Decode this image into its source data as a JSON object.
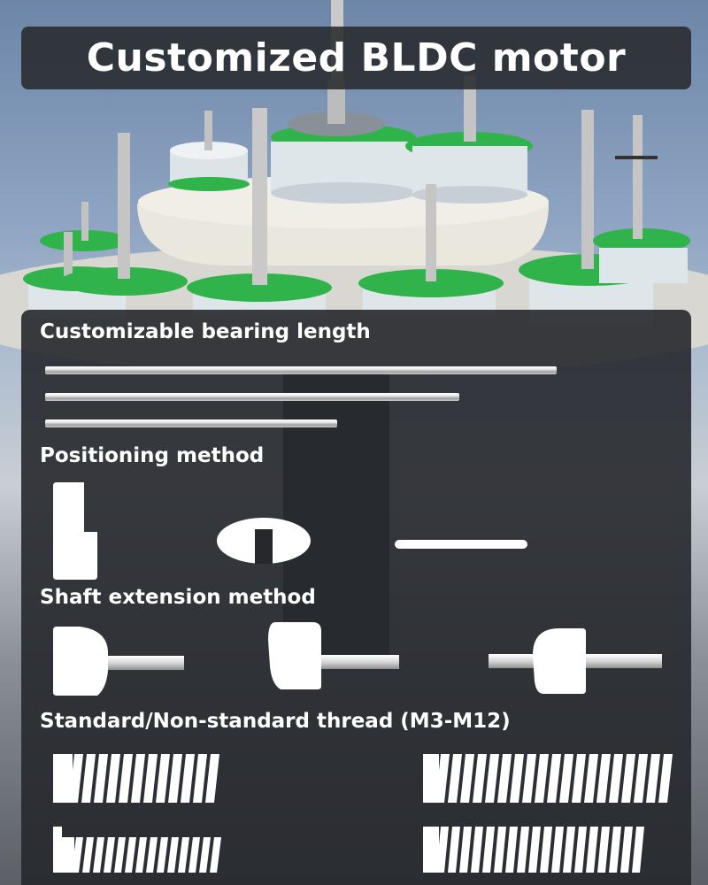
{
  "title": "Customized BLDC motor",
  "sections": {
    "bearing": "Customizable bearing length",
    "positioning": "Positioning method",
    "shaft_extension": "Shaft extension method",
    "thread": "Standard/Non-standard thread (M3-M12)"
  },
  "colors": {
    "pcb_green": "#2fb34a",
    "motor_silver": "#dfe6ea",
    "panel": "#26282c",
    "icon": "#ffffff"
  }
}
